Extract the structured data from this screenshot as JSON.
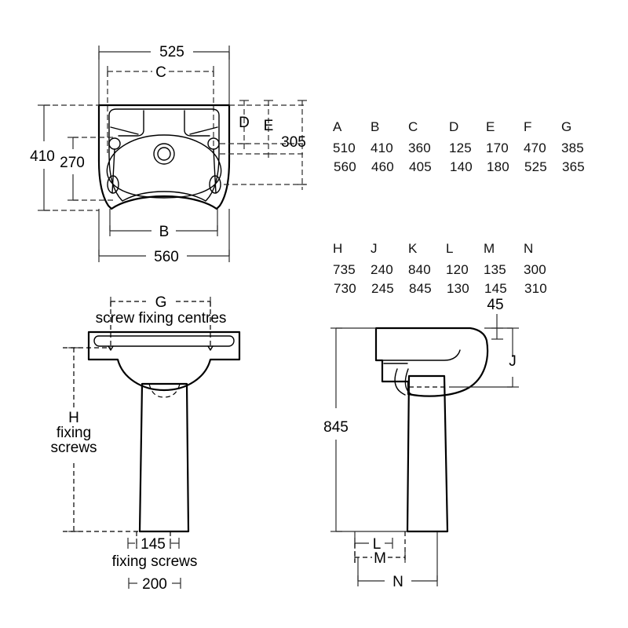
{
  "document": {
    "type": "technical-dimension-drawing",
    "subject": "wash basin with pedestal",
    "views": [
      "plan view",
      "front elevation",
      "side elevation"
    ]
  },
  "dimension_table": {
    "group1": {
      "headers": [
        "A",
        "B",
        "C",
        "D",
        "E",
        "F",
        "G"
      ],
      "rows": [
        [
          "510",
          "410",
          "360",
          "125",
          "170",
          "470",
          "385"
        ],
        [
          "560",
          "460",
          "405",
          "140",
          "180",
          "525",
          "365"
        ]
      ]
    },
    "group2": {
      "headers": [
        "H",
        "J",
        "K",
        "L",
        "M",
        "N"
      ],
      "rows": [
        [
          "735",
          "240",
          "840",
          "120",
          "135",
          "300"
        ],
        [
          "730",
          "245",
          "845",
          "130",
          "145",
          "310"
        ]
      ]
    }
  },
  "plan_view": {
    "top_dim": "525",
    "top_letter": "C",
    "left_dim_outer": "410",
    "left_dim_inner": "270",
    "right_letter_d": "D",
    "right_letter_e": "E",
    "right_dim": "305",
    "bottom_letter": "B",
    "bottom_dim": "560"
  },
  "front_elevation": {
    "top_letter": "G",
    "top_note": "screw fixing centres",
    "left_letter": "H",
    "left_note_line1": "fixing",
    "left_note_line2": "screws",
    "bottom_dim": "145",
    "bottom_note": "fixing screws",
    "bottom_dim_outer": "200"
  },
  "side_elevation": {
    "top_dim": "45",
    "right_letter": "J",
    "left_dim": "845",
    "bottom_letter_l": "L",
    "bottom_letter_m": "M",
    "bottom_letter_n": "N"
  },
  "colors": {
    "ink": "#000000",
    "dim_line": "#3a3a3a",
    "background": "#ffffff"
  }
}
